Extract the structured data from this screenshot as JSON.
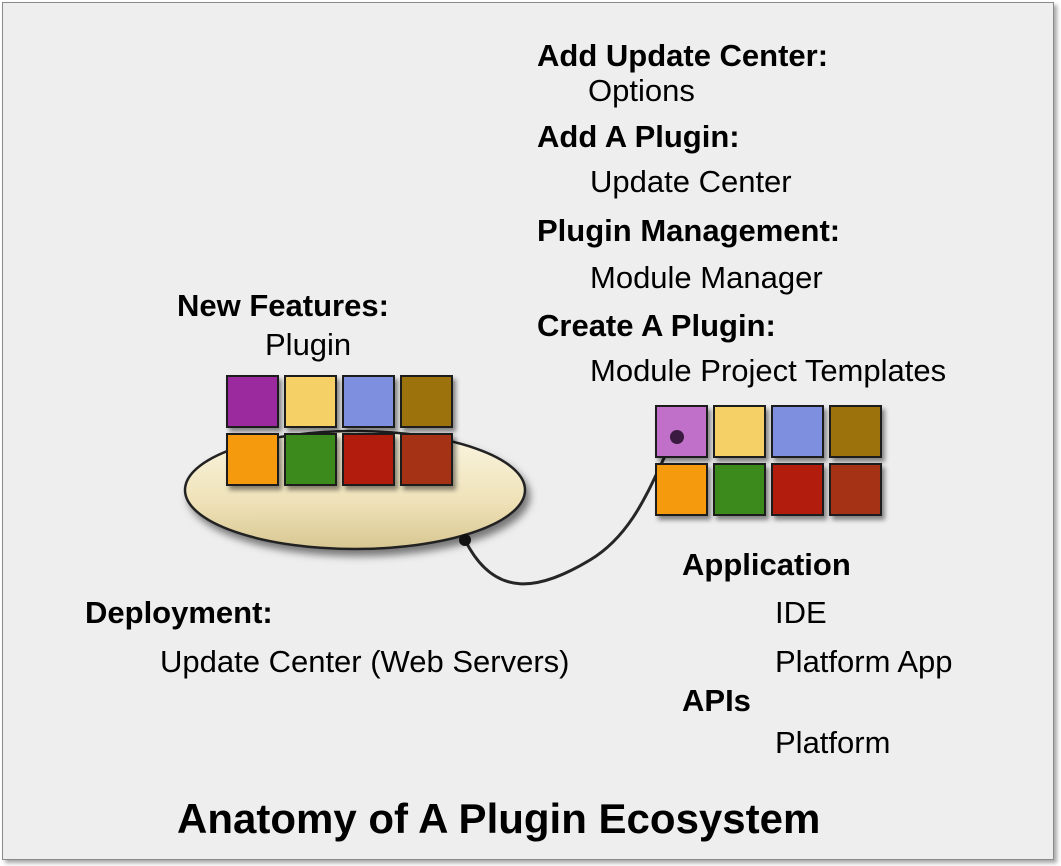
{
  "steps": {
    "add_update_center": {
      "heading": "Add Update Center:",
      "detail": "Options"
    },
    "add_plugin": {
      "heading": "Add A Plugin:",
      "detail": "Update Center"
    },
    "plugin_management": {
      "heading": "Plugin Management:",
      "detail": "Module Manager"
    },
    "create_plugin": {
      "heading": "Create A Plugin:",
      "detail": "Module Project Templates"
    }
  },
  "new_features": {
    "heading": "New Features:",
    "detail": "Plugin"
  },
  "deployment": {
    "heading": "Deployment:",
    "detail": "Update Center (Web Servers)"
  },
  "application": {
    "heading": "Application",
    "items": [
      "IDE",
      "Platform App"
    ]
  },
  "apis": {
    "heading": "APIs",
    "items": [
      "Platform"
    ]
  },
  "title": "Anatomy of A Plugin Ecosystem",
  "colors": {
    "background": "#eeeeee",
    "tiles": [
      "#9b2a9e",
      "#f5d066",
      "#7f8fe0",
      "#9c7210",
      "#f59a10",
      "#3e8a1f",
      "#b21f0f",
      "#a63312"
    ],
    "selected_tile": "#c070c8",
    "platter": "#f2e8c6",
    "connector": "#222222"
  }
}
